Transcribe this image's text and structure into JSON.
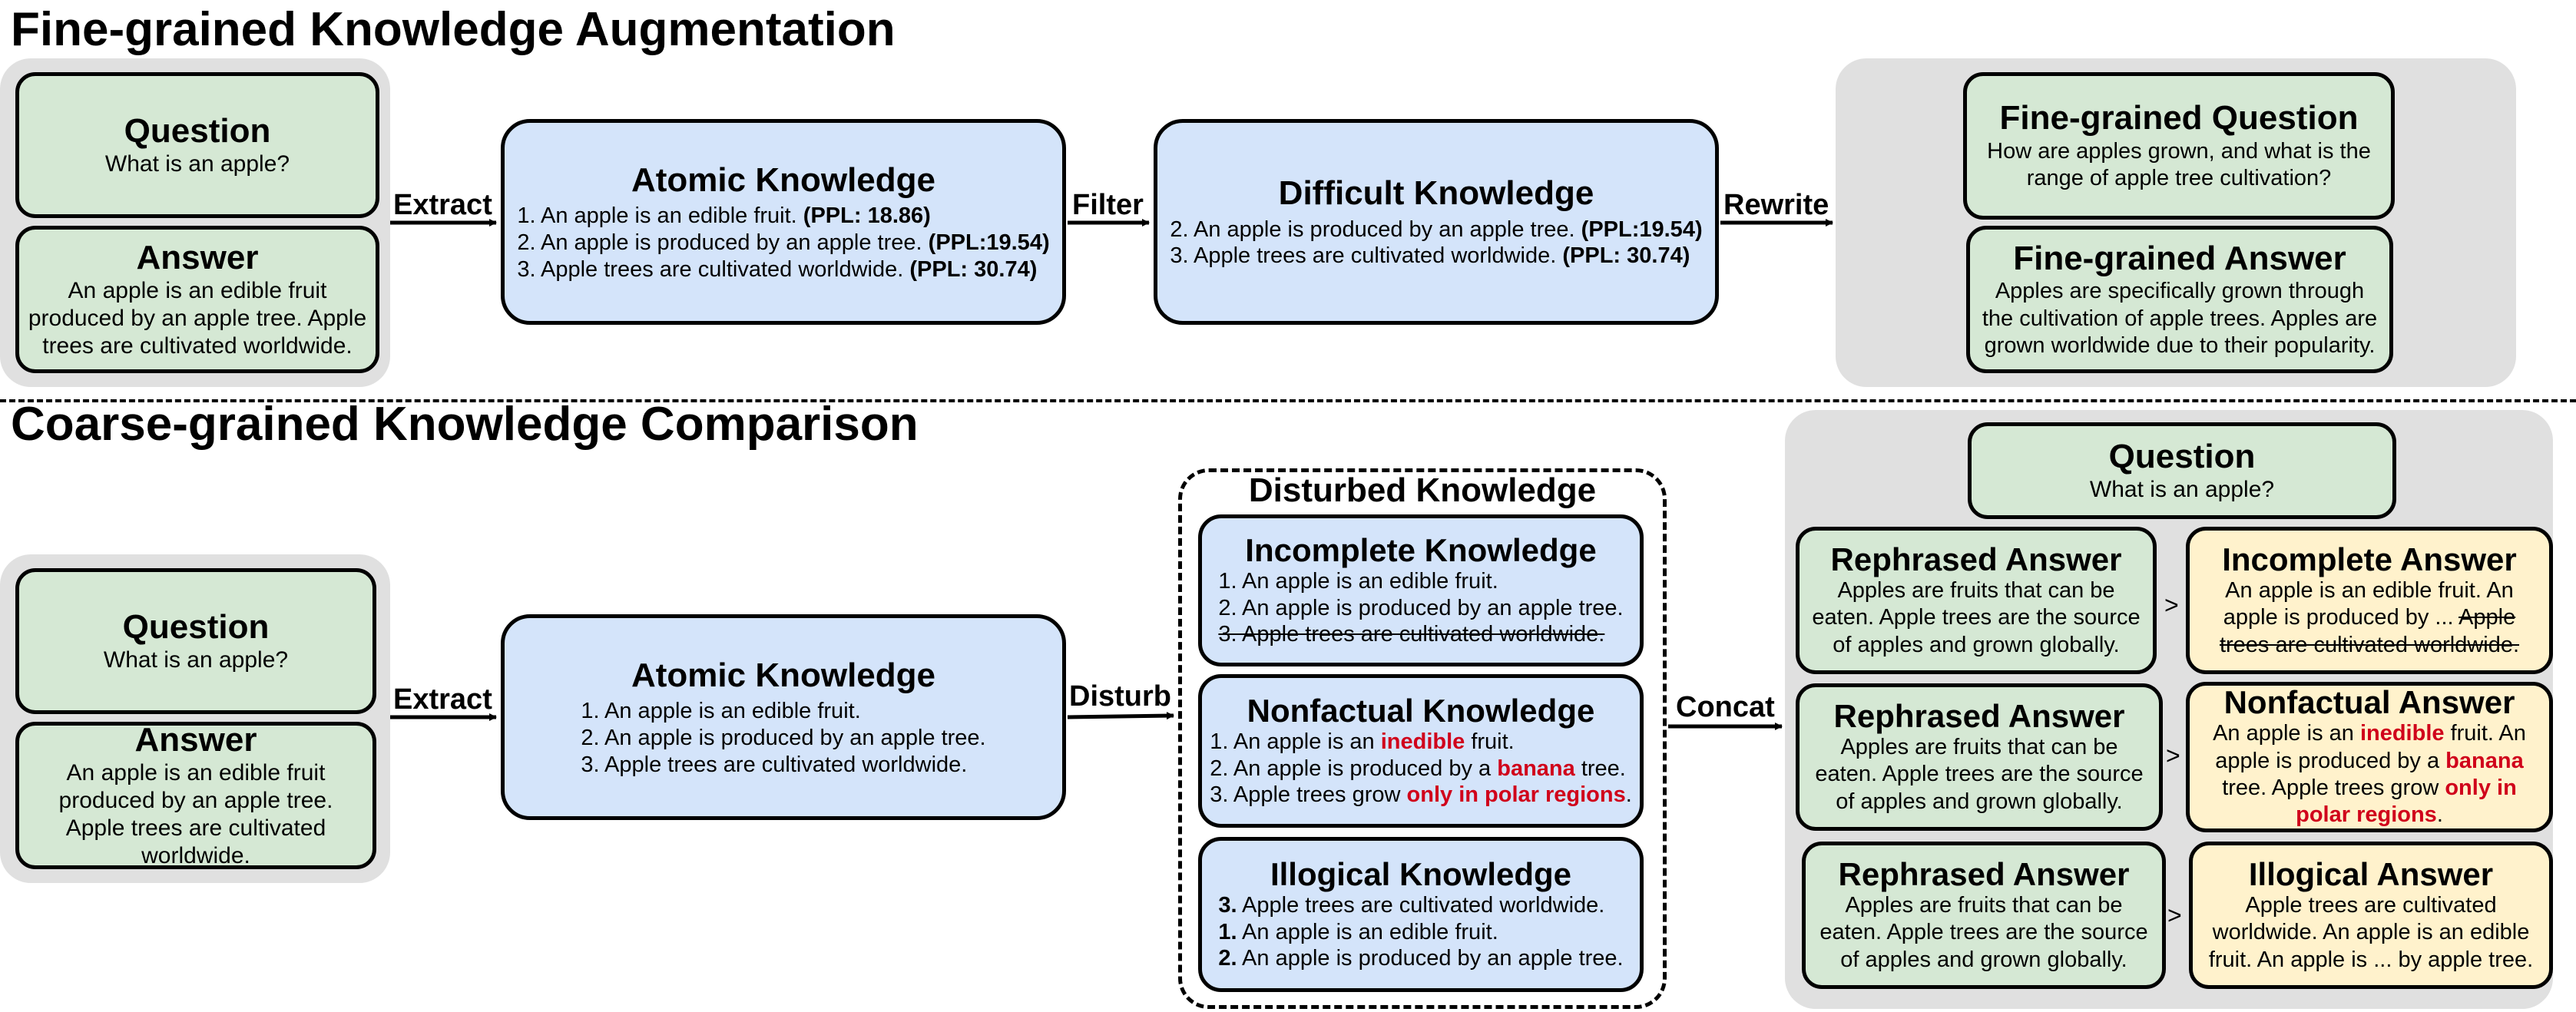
{
  "top": {
    "heading": "Fine-grained Knowledge Augmentation",
    "question": {
      "title": "Question",
      "text": "What is an apple?"
    },
    "answer": {
      "title": "Answer",
      "text": "An apple is an edible fruit produced by an apple tree. Apple trees are cultivated worldwide."
    },
    "extract_label": "Extract",
    "atomic": {
      "title": "Atomic Knowledge",
      "items": [
        {
          "text": "1. An apple is an edible fruit. ",
          "ppl": "(PPL: 18.86)"
        },
        {
          "text": "2. An apple is produced by an apple tree. ",
          "ppl": "(PPL:19.54)"
        },
        {
          "text": "3. Apple trees are cultivated worldwide. ",
          "ppl": "(PPL: 30.74)"
        }
      ]
    },
    "filter_label": "Filter",
    "difficult": {
      "title": "Difficult Knowledge",
      "items": [
        {
          "text": "2. An apple is produced by an apple tree. ",
          "ppl": "(PPL:19.54)"
        },
        {
          "text": "3. Apple trees are cultivated worldwide. ",
          "ppl": "(PPL: 30.74)"
        }
      ]
    },
    "rewrite_label": "Rewrite",
    "fg_question": {
      "title": "Fine-grained Question",
      "text": "How are apples grown, and what is the range of apple tree cultivation?"
    },
    "fg_answer": {
      "title": "Fine-grained Answer",
      "text": "Apples are specifically grown through the cultivation of apple trees. Apples are grown worldwide due to their popularity."
    }
  },
  "bottom": {
    "heading": "Coarse-grained  Knowledge Comparison",
    "question": {
      "title": "Question",
      "text": "What is an apple?"
    },
    "answer": {
      "title": "Answer",
      "text": "An apple is an edible fruit produced by an apple tree. Apple trees are cultivated worldwide."
    },
    "extract_label": "Extract",
    "atomic": {
      "title": "Atomic Knowledge",
      "items": [
        "1. An apple is an edible fruit.",
        "2. An apple is produced by an apple tree.",
        "3. Apple trees are cultivated worldwide."
      ]
    },
    "disturb_label": "Disturb",
    "disturbed_title": "Disturbed Knowledge",
    "incomplete": {
      "title": "Incomplete Knowledge",
      "items": [
        "1. An apple is an edible fruit.",
        "2. An apple is produced by an apple tree."
      ],
      "struck": "3. Apple trees are cultivated worldwide."
    },
    "nonfactual": {
      "title": "Nonfactual Knowledge",
      "l1_pre": "1. An apple is an ",
      "l1_red": "inedible",
      "l1_post": " fruit.",
      "l2_pre": "2. An apple is produced by a ",
      "l2_red": "banana",
      "l2_post": " tree.",
      "l3_pre": "3. Apple trees grow ",
      "l3_red": "only in polar regions",
      "l3_post": "."
    },
    "illogical": {
      "title": "Illogical Knowledge",
      "items": [
        {
          "num": "3.",
          "text": " Apple trees are cultivated worldwide."
        },
        {
          "num": "1.",
          "text": " An apple is an edible fruit."
        },
        {
          "num": "2.",
          "text": " An apple is produced by an apple tree."
        }
      ]
    },
    "concat_label": "Concat",
    "r_question": {
      "title": "Question",
      "text": "What is an apple?"
    },
    "rephrased": {
      "title": "Rephrased Answer",
      "text": "Apples are fruits that can be eaten. Apple trees are the source of apples and grown globally."
    },
    "gt": ">",
    "incomplete_answer": {
      "title": "Incomplete Answer",
      "text": "An apple is an edible fruit. An apple is produced by ... ",
      "struck": "Apple trees are cultivated worldwide."
    },
    "nonfactual_answer": {
      "title": "Nonfactual Answer",
      "t1": "An apple is an ",
      "r1": "inedible",
      "t2": " fruit. An apple is produced by a ",
      "r2": "banana",
      "t3": " tree. Apple trees grow ",
      "r3": "only in polar regions",
      "t4": "."
    },
    "illogical_answer": {
      "title": "Illogical Answer",
      "text": "Apple trees are cultivated worldwide. An apple is an edible fruit. An apple is ... by apple tree."
    }
  }
}
